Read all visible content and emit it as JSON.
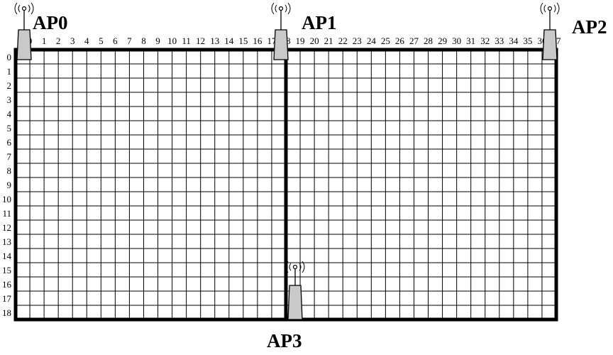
{
  "grid": {
    "columns": 38,
    "rows": 19,
    "column_labels": [
      "0",
      "1",
      "2",
      "3",
      "4",
      "5",
      "6",
      "7",
      "8",
      "9",
      "10",
      "11",
      "12",
      "13",
      "14",
      "15",
      "16",
      "17",
      "18",
      "19",
      "20",
      "21",
      "22",
      "23",
      "24",
      "25",
      "26",
      "27",
      "28",
      "29",
      "30",
      "31",
      "32",
      "33",
      "34",
      "35",
      "36",
      "37"
    ],
    "row_labels": [
      "0",
      "1",
      "2",
      "3",
      "4",
      "5",
      "6",
      "7",
      "8",
      "9",
      "10",
      "11",
      "12",
      "13",
      "14",
      "15",
      "16",
      "17",
      "18"
    ],
    "line_color": "#000000",
    "background": "#ffffff"
  },
  "access_points": [
    {
      "label": "AP0",
      "icon": "antenna-icon"
    },
    {
      "label": "AP1",
      "icon": "antenna-icon"
    },
    {
      "label": "AP2",
      "icon": "antenna-icon"
    },
    {
      "label": "AP3",
      "icon": "antenna-icon"
    }
  ]
}
